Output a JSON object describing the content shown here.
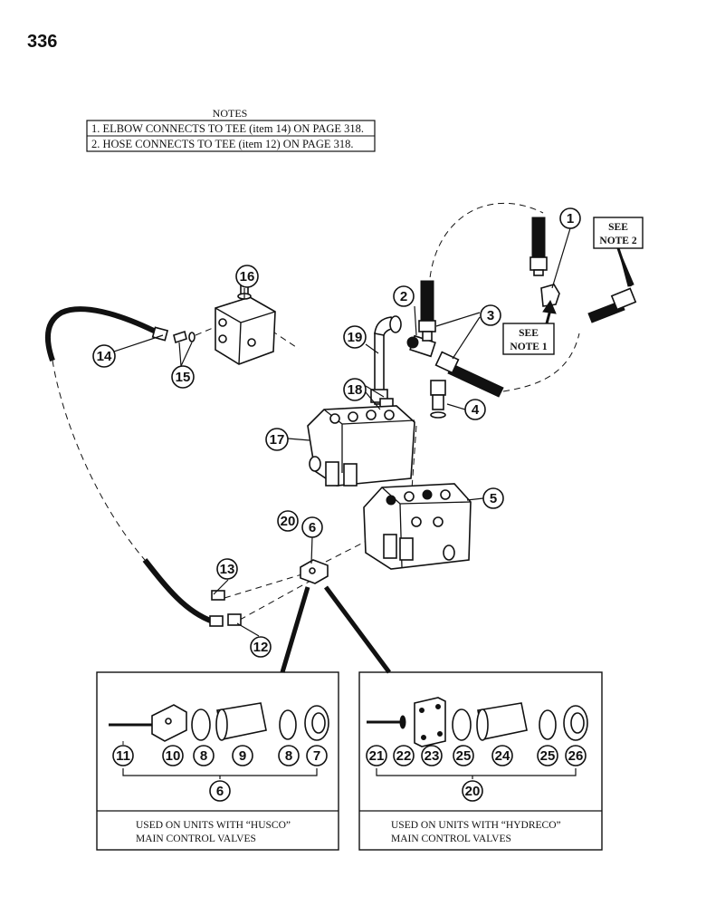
{
  "page_number": "336",
  "notes": {
    "title": "NOTES",
    "lines": [
      "1. ELBOW CONNECTS TO TEE (item 14) ON PAGE 318.",
      "2. HOSE CONNECTS TO TEE (item 12) ON PAGE 318."
    ]
  },
  "callouts": {
    "note2": [
      "SEE",
      "NOTE 2"
    ],
    "note1": [
      "SEE",
      "NOTE 1"
    ]
  },
  "parts": {
    "p1": "1",
    "p2": "2",
    "p3": "3",
    "p4": "4",
    "p5": "5",
    "p6": "6",
    "p12": "12",
    "p13": "13",
    "p14": "14",
    "p15": "15",
    "p16": "16",
    "p17": "17",
    "p18": "18",
    "p19": "19",
    "p20": "20"
  },
  "husco_box": {
    "items": [
      "11",
      "10",
      "8",
      "9",
      "8",
      "7"
    ],
    "assembly": "6",
    "caption": [
      "USED ON UNITS WITH “HUSCO”",
      "MAIN CONTROL VALVES"
    ]
  },
  "hydreco_box": {
    "items": [
      "21",
      "22",
      "23",
      "25",
      "24",
      "25",
      "26"
    ],
    "assembly": "20",
    "caption": [
      "USED ON UNITS WITH “HYDRECO”",
      "MAIN CONTROL VALVES"
    ]
  }
}
